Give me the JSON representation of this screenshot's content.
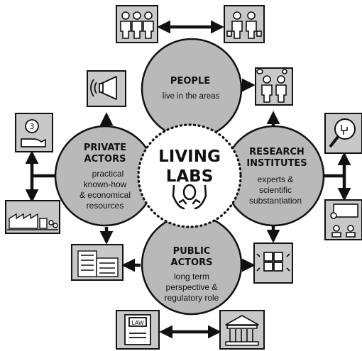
{
  "center": {
    "line1": "LIVING",
    "line2": "LABS"
  },
  "nodes": {
    "people": {
      "title": "PEOPLE",
      "lines": [
        "live in the areas"
      ]
    },
    "private": {
      "title": [
        "PRIVATE",
        "ACTORS"
      ],
      "lines": [
        "practical",
        "known-how",
        "& economical",
        "resources"
      ]
    },
    "research": {
      "title": [
        "RESEARCH",
        "INSTITUTES"
      ],
      "lines": [
        "experts &",
        "scientific",
        "substantiation"
      ]
    },
    "public": {
      "title": [
        "PUBLIC",
        "ACTORS"
      ],
      "lines": [
        "long term",
        "perspective &",
        "regulatory role"
      ]
    }
  },
  "icons": {
    "coin_number": "3",
    "law_label": "LAW"
  },
  "colors": {
    "circle_fill": "#b9b9b9",
    "icon_box_fill": "#c8c8c8",
    "stroke": "#111111"
  }
}
